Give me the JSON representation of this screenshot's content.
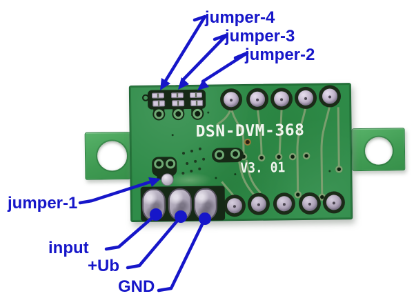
{
  "board": {
    "title": "DSN-DVM-368",
    "version": "V3. 01"
  },
  "labels": {
    "jumper_4": "jumper-4",
    "jumper_3": "jumper-3",
    "jumper_2": "jumper-2",
    "jumper_1": "jumper-1",
    "input": "input",
    "ub": "+Ub",
    "gnd": "GND"
  },
  "colors": {
    "annotation_blue": "#1616c9",
    "board_green": "#2f8c49",
    "tab_green": "#46a45a",
    "pad_silver": "#c3b7cd",
    "copper_dark": "#162916",
    "silkscreen_white": "#f2f5ef",
    "background": "#ffffff"
  }
}
